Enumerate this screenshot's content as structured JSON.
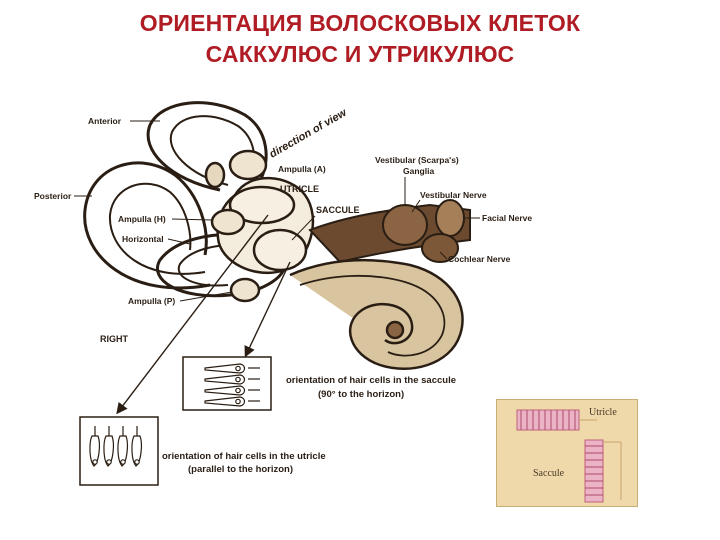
{
  "title": {
    "line1": "ОРИЕНТАЦИЯ ВОЛОСКОВЫХ КЛЕТОК",
    "line2": "САККУЛЮС И УТРИКУЛЮС"
  },
  "labels": {
    "anterior": "Anterior",
    "posterior": "Posterior",
    "direction_of_view": "direction of view",
    "ampulla_a": "Ampulla (A)",
    "utricle": "UTRICLE",
    "saccule": "SACCULE",
    "ampulla_h": "Ampulla (H)",
    "horizontal": "Horizontal",
    "ampulla_p": "Ampulla (P)",
    "right": "RIGHT",
    "vestibular_ganglia_1": "Vestibular (Scarpa's)",
    "vestibular_ganglia_2": "Ganglia",
    "vestibular_nerve": "Vestibular Nerve",
    "facial_nerve": "Facial Nerve",
    "cochlear_nerve": "Cochlear Nerve",
    "saccule_caption_1": "orientation of hair cells in the saccule",
    "saccule_caption_2": "(90° to the horizon)",
    "utricle_caption_1": "orientation of hair cells in the utricle",
    "utricle_caption_2": "(parallel to the horizon)"
  },
  "inset": {
    "utricle_label": "Utricle",
    "saccule_label": "Saccule"
  },
  "colors": {
    "title": "#b01c24",
    "ink": "#2a1e14",
    "bone": "#e9dcc3",
    "inset_bg": "#efd8a9",
    "hair_cells": "#e89ab6"
  }
}
